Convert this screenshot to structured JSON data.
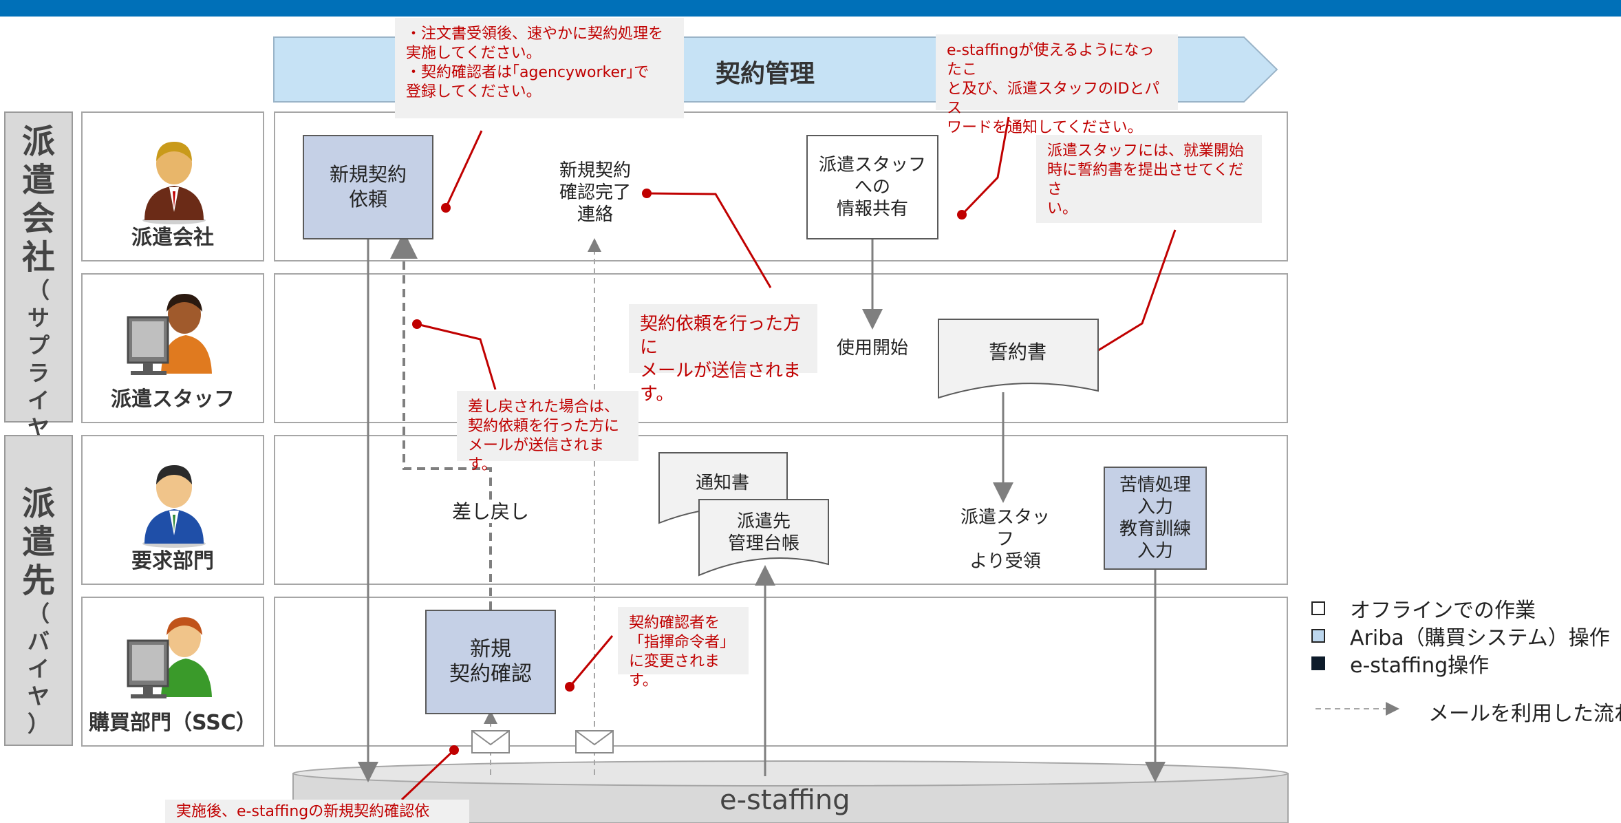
{
  "phase": {
    "title": "契約管理"
  },
  "groups": {
    "supplier": {
      "label_chars": [
        "派",
        "遣",
        "会",
        "社"
      ],
      "sub_chars": [
        "（",
        "サ",
        "プ",
        "ラ",
        "イ",
        "ヤ",
        "）"
      ]
    },
    "buyer": {
      "label_chars": [
        "派",
        "遣",
        "先"
      ],
      "sub_chars": [
        "（",
        "バ",
        "イ",
        "ヤ",
        "）"
      ]
    }
  },
  "roles": [
    {
      "name": "派遣会社",
      "colors": {
        "head": "#e8b66a",
        "hair": "#c99a1a",
        "body": "#6b2b17"
      }
    },
    {
      "name": "派遣スタッフ",
      "colors": {
        "head": "#a05a2c",
        "hair": "#2b1a10",
        "body": "#e07a1f"
      }
    },
    {
      "name": "要求部門",
      "colors": {
        "head": "#f0c48a",
        "hair": "#2a2a2a",
        "body": "#1f4fa8"
      }
    },
    {
      "name": "購買部門（SSC）",
      "colors": {
        "head": "#f0c48a",
        "hair": "#c0531a",
        "body": "#3a9a2a"
      }
    }
  ],
  "steps": {
    "new_contract_request": "新規契約\n依頼",
    "new_contract_confirm_done": "新規契約\n確認完了\n連絡",
    "share_to_staff": "派遣スタッフ\nへの\n情報共有",
    "start_use": "使用開始",
    "pledge": "誓約書",
    "notice": "通知書",
    "ledger": "派遣先\n管理台帳",
    "sendback": "差し戻し",
    "received_from_staff": "派遣スタッフ\nより受領",
    "complaint_training": "苦情処理\n入力\n教育訓練\n入力",
    "new_contract_confirm": "新規\n契約確認"
  },
  "notes": {
    "top_contract": "・注文書受領後、速やかに契約処理を\n実施してください。\n・契約確認者は｢agencyworker｣で\n登録してください。",
    "top_estaffing": "e-staffingが使えるようになったこ\nと及び、派遣スタッフのIDとパス\nワードを通知してください。",
    "pledge_note": "派遣スタッフには、就業開始\n時に誓約書を提出させてくださ\nい。",
    "mail_sent": "契約依頼を行った方に\nメールが送信されます。",
    "sendback_note": "差し戻された場合は、\n契約依頼を行った方に\nメールが送信されます。",
    "confirmer_change": "契約確認者を\n「指揮命令者」\nに変更されます。",
    "bottom_cut": "実施後、e-staffingの新規契約確認依"
  },
  "system": {
    "label": "e-staffing"
  },
  "legend": [
    {
      "label": "オフラインでの作業",
      "color": "#ffffff"
    },
    {
      "label": "Ariba（購買システム）操作",
      "color": "#bdd7ee"
    },
    {
      "label": "e-staffing操作",
      "color": "#0d1b2a"
    }
  ],
  "legend_flow": {
    "label": "メールを利用した流れ"
  },
  "colors": {
    "accent_red": "#c00000",
    "topbar": "#0070b8",
    "banner": "#c6e2f5",
    "process_blue": "#c5d0e6"
  }
}
